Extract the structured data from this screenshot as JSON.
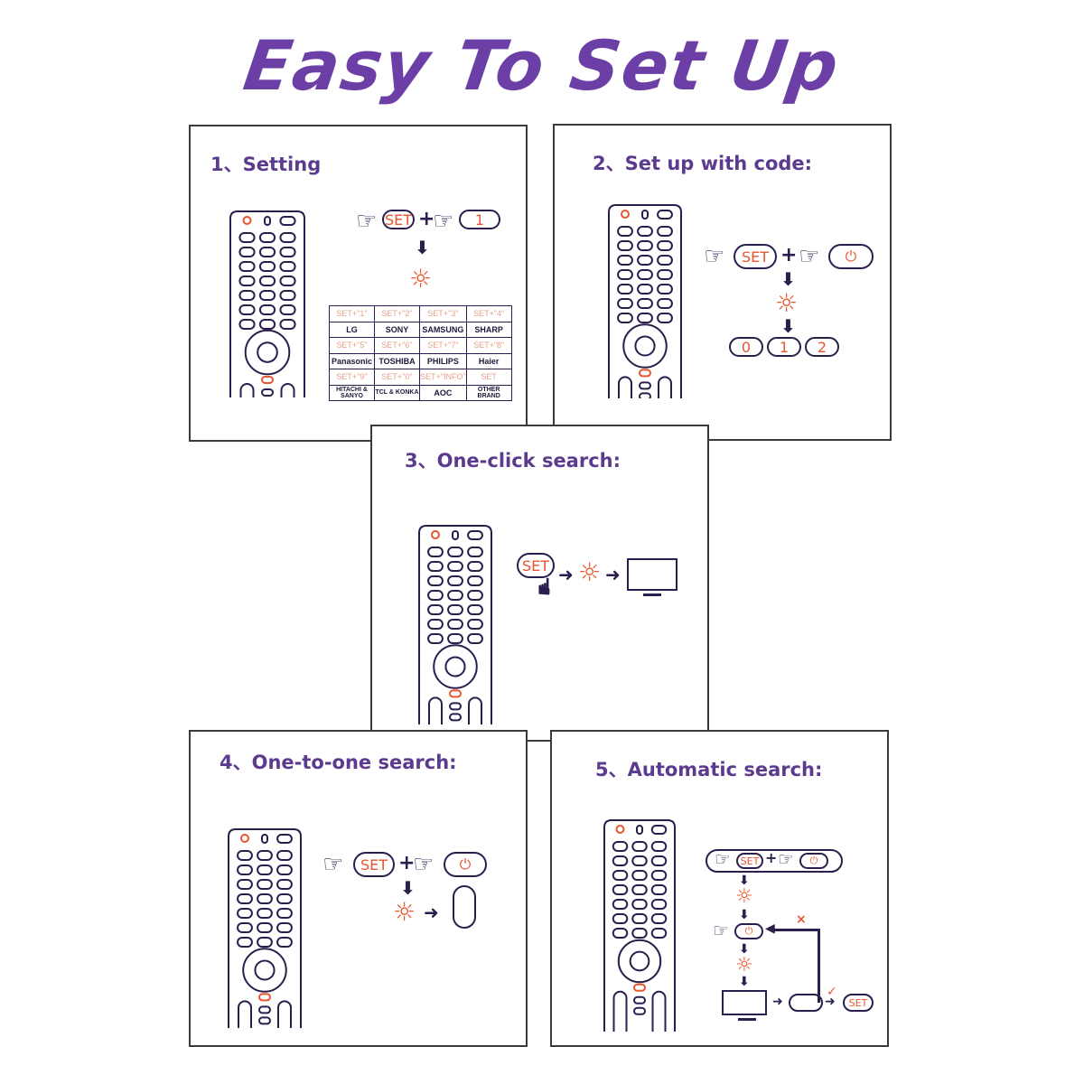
{
  "title": "Easy To Set Up",
  "colors": {
    "title": "#6b3fa6",
    "outline": "#2b1d4d",
    "accent": "#e8552f"
  },
  "panels": [
    {
      "title": "1、Setting",
      "key1": "SET",
      "key2": "1",
      "table": [
        [
          "SET+\"1\"",
          "SET+\"2\"",
          "SET+\"3\"",
          "SET+\"4\""
        ],
        [
          "LG",
          "SONY",
          "SAMSUNG",
          "SHARP"
        ],
        [
          "SET+\"5\"",
          "SET+\"6\"",
          "SET+\"7\"",
          "SET+\"8\""
        ],
        [
          "Panasonic",
          "TOSHIBA",
          "PHILIPS",
          "Haier"
        ],
        [
          "SET+\"9\"",
          "SET+\"0\"",
          "SET+\"INFO\"",
          "SET"
        ],
        [
          "HITACHI & SANYO",
          "TCL & KONKA",
          "AOC",
          "OTHER BRAND"
        ]
      ]
    },
    {
      "title": "2、Set up with code:",
      "key1": "SET",
      "key2": "⏻",
      "digits": [
        "0",
        "1",
        "2"
      ]
    },
    {
      "title": "3、One-click search:",
      "key1": "SET"
    },
    {
      "title": "4、One-to-one search:",
      "key1": "SET",
      "key2": "⏻"
    },
    {
      "title": "5、Automatic search:",
      "key1": "SET",
      "key2": "⏻",
      "key3": "⏻",
      "key4": "SET",
      "fail": "×",
      "ok": "✓"
    }
  ],
  "icons": {
    "hand": "pointing-hand-icon",
    "sun": "indicator-light-icon",
    "power": "power-icon",
    "tv": "tv-icon"
  }
}
